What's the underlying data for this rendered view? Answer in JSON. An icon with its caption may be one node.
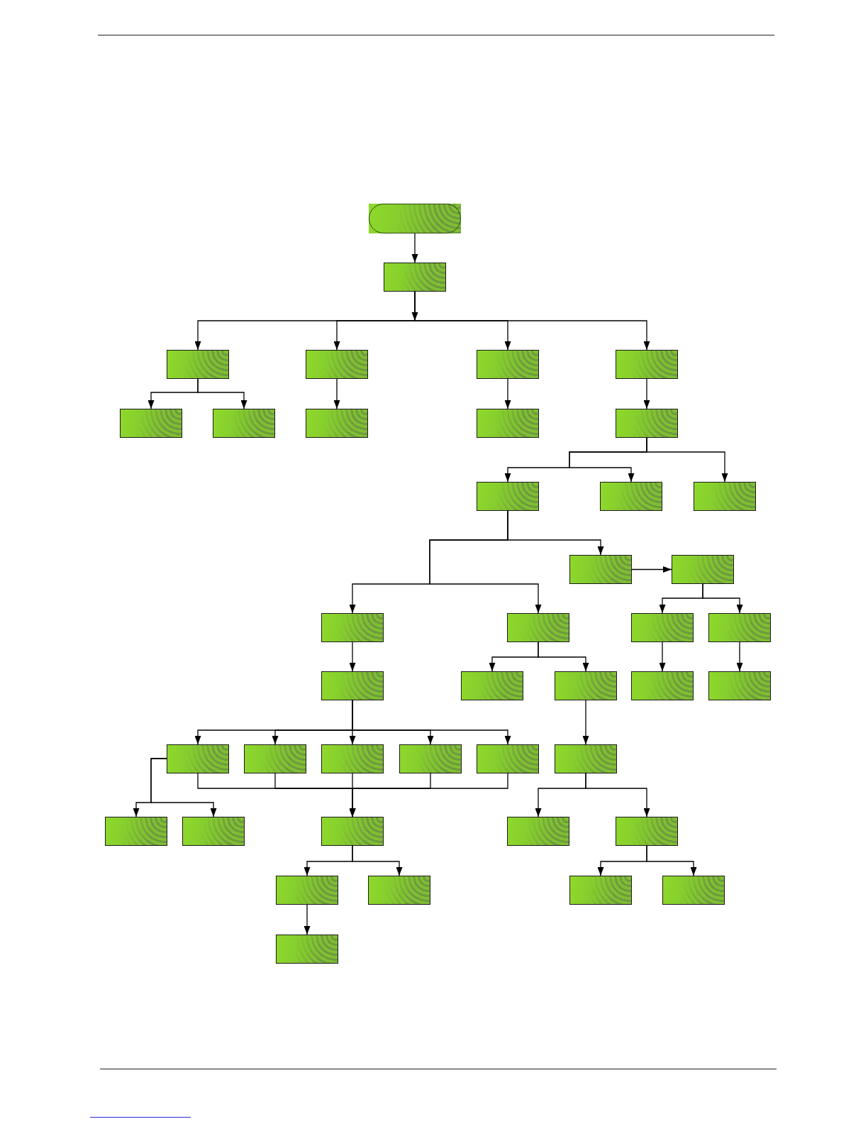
{
  "diagram": {
    "nodes": [
      {
        "text": [],
        "shape": "capsule"
      },
      {
        "text": [],
        "shape": "box"
      },
      {
        "text": [],
        "shape": "box"
      },
      {
        "text": [],
        "shape": "box"
      },
      {
        "text": [],
        "shape": "box"
      },
      {
        "text": [],
        "shape": "box"
      },
      {
        "text": [],
        "shape": "box"
      },
      {
        "text": [],
        "shape": "box"
      },
      {
        "text": [],
        "shape": "box"
      },
      {
        "text": [],
        "shape": "box"
      },
      {
        "text": [],
        "shape": "box"
      },
      {
        "text": [],
        "shape": "box"
      },
      {
        "text": [],
        "shape": "box"
      },
      {
        "text": [],
        "shape": "box"
      },
      {
        "text": [],
        "shape": "box"
      },
      {
        "text": [],
        "shape": "box"
      },
      {
        "text": [],
        "shape": "box"
      },
      {
        "text": [],
        "shape": "box"
      },
      {
        "text": [],
        "shape": "box"
      },
      {
        "text": [],
        "shape": "box"
      },
      {
        "text": [],
        "shape": "box"
      },
      {
        "text": [],
        "shape": "box"
      },
      {
        "text": [],
        "shape": "box"
      },
      {
        "text": [],
        "shape": "box"
      },
      {
        "text": [],
        "shape": "box"
      },
      {
        "text": [],
        "shape": "box"
      },
      {
        "text": [],
        "shape": "box"
      },
      {
        "text": [],
        "shape": "box"
      },
      {
        "text": [],
        "shape": "box"
      },
      {
        "text": [],
        "shape": "box"
      },
      {
        "text": [],
        "shape": "box"
      },
      {
        "text": [],
        "shape": "box"
      },
      {
        "text": [],
        "shape": "box"
      },
      {
        "text": [],
        "shape": "box"
      },
      {
        "text": [],
        "shape": "box"
      },
      {
        "text": [],
        "shape": "box"
      },
      {
        "text": [],
        "shape": "box"
      },
      {
        "text": [],
        "shape": "box"
      },
      {
        "text": [],
        "shape": "box"
      },
      {
        "text": [],
        "shape": "box"
      },
      {
        "text": [],
        "shape": "box"
      }
    ],
    "edges": [
      {
        "from": 0,
        "to": 1,
        "arrow": "to"
      },
      {
        "from": 1,
        "to": 2,
        "arrow": "to"
      },
      {
        "from": 1,
        "to": 3,
        "arrow": "to"
      },
      {
        "from": 1,
        "to": 4,
        "arrow": "to"
      },
      {
        "from": 1,
        "to": 5,
        "arrow": "to"
      },
      {
        "from": 2,
        "to": 6,
        "arrow": "to"
      },
      {
        "from": 2,
        "to": 7,
        "arrow": "to"
      },
      {
        "from": 3,
        "to": 8,
        "arrow": "to"
      },
      {
        "from": 4,
        "to": 9,
        "arrow": "to"
      },
      {
        "from": 5,
        "to": 10,
        "arrow": "to"
      },
      {
        "from": 10,
        "to": 11,
        "arrow": "to"
      },
      {
        "from": 10,
        "to": 12,
        "arrow": "to"
      },
      {
        "from": 10,
        "to": 13,
        "arrow": "to"
      },
      {
        "from": 11,
        "to": 14,
        "arrow": "to"
      },
      {
        "from": 11,
        "to": 16,
        "arrow": "to"
      },
      {
        "from": 11,
        "to": 17,
        "arrow": "to"
      },
      {
        "from": 14,
        "to": 15,
        "arrow": "to"
      },
      {
        "from": 15,
        "to": 18,
        "arrow": "to"
      },
      {
        "from": 15,
        "to": 19,
        "arrow": "to"
      },
      {
        "from": 16,
        "to": 20,
        "arrow": "to"
      },
      {
        "from": 17,
        "to": 21,
        "arrow": "to"
      },
      {
        "from": 17,
        "to": 22,
        "arrow": "to"
      },
      {
        "from": 18,
        "to": 23,
        "arrow": "to"
      },
      {
        "from": 19,
        "to": 24,
        "arrow": "to"
      },
      {
        "from": 20,
        "to": 25,
        "arrow": "to"
      },
      {
        "from": 20,
        "to": 26,
        "arrow": "to"
      },
      {
        "from": 20,
        "to": 27,
        "arrow": "to"
      },
      {
        "from": 20,
        "to": 28,
        "arrow": "to"
      },
      {
        "from": 20,
        "to": 29,
        "arrow": "to"
      },
      {
        "from": 25,
        "to": 31,
        "arrow": "to"
      },
      {
        "from": 25,
        "to": 32,
        "arrow": "to"
      },
      {
        "from": 25,
        "to": 33,
        "arrow": "to"
      },
      {
        "from": 26,
        "to": 33,
        "arrow": "to"
      },
      {
        "from": 27,
        "to": 33,
        "arrow": "to"
      },
      {
        "from": 28,
        "to": 33,
        "arrow": "to"
      },
      {
        "from": 29,
        "to": 33,
        "arrow": "to"
      },
      {
        "from": 22,
        "to": 30,
        "arrow": "to"
      },
      {
        "from": 30,
        "to": 34,
        "arrow": "to"
      },
      {
        "from": 30,
        "to": 35,
        "arrow": "to"
      },
      {
        "from": 33,
        "to": 36,
        "arrow": "to"
      },
      {
        "from": 33,
        "to": 37,
        "arrow": "to"
      },
      {
        "from": 36,
        "to": 40,
        "arrow": "to"
      },
      {
        "from": 35,
        "to": 38,
        "arrow": "to"
      },
      {
        "from": 35,
        "to": 39,
        "arrow": "to"
      }
    ]
  }
}
